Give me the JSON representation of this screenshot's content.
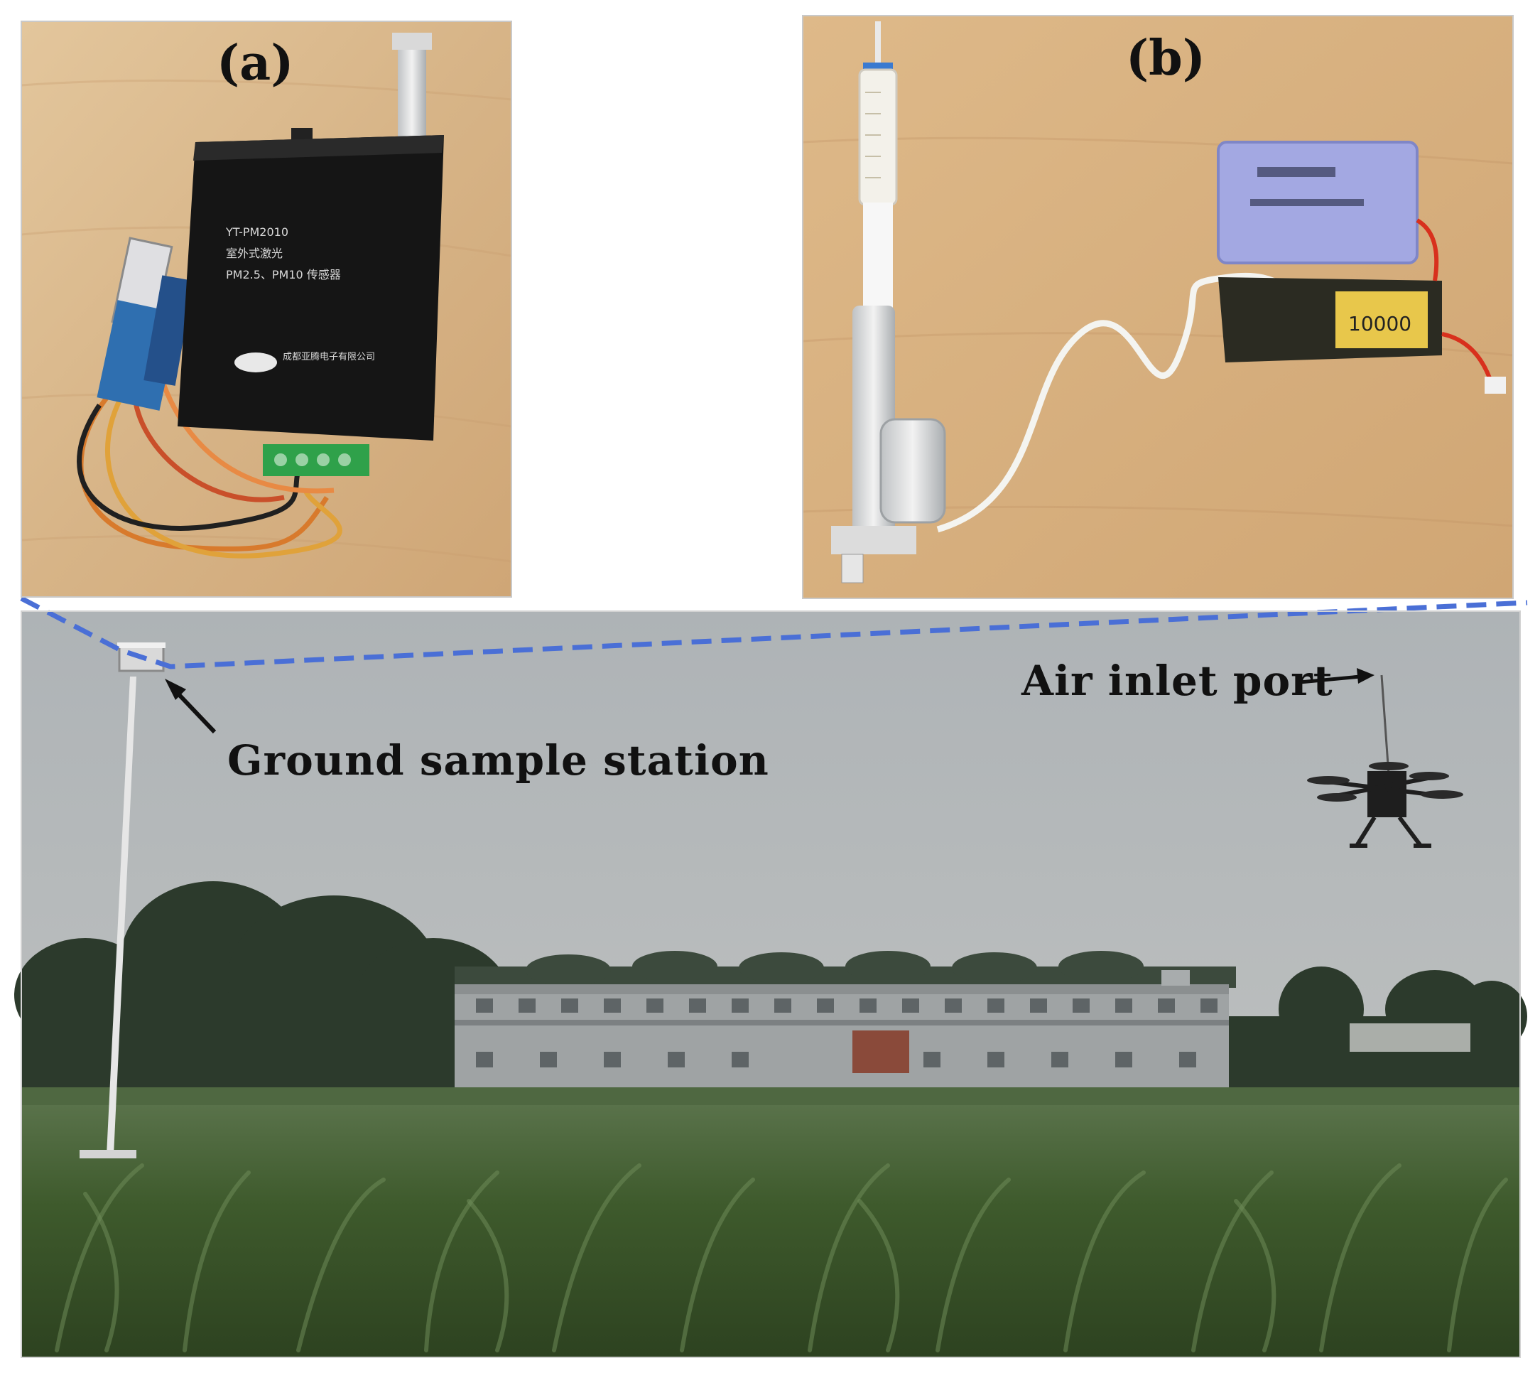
{
  "figure": {
    "panel_a": {
      "label": "(a)",
      "device_text": [
        "YT-PM2010",
        "室外式激光",
        "PM2.5、PM10 传感器"
      ],
      "brand_text": "成都亚腾电子有限公司"
    },
    "panel_b": {
      "label": "(b)",
      "battery_text": "10000"
    },
    "field_photo": {
      "annotation_station": "Ground sample station",
      "annotation_inlet": "Air inlet port"
    },
    "colors": {
      "dashed_line": "#4a6fd6",
      "wood": "#d9b98c",
      "sky": "#b8bcbe",
      "corn": "#3f5a2c"
    }
  }
}
